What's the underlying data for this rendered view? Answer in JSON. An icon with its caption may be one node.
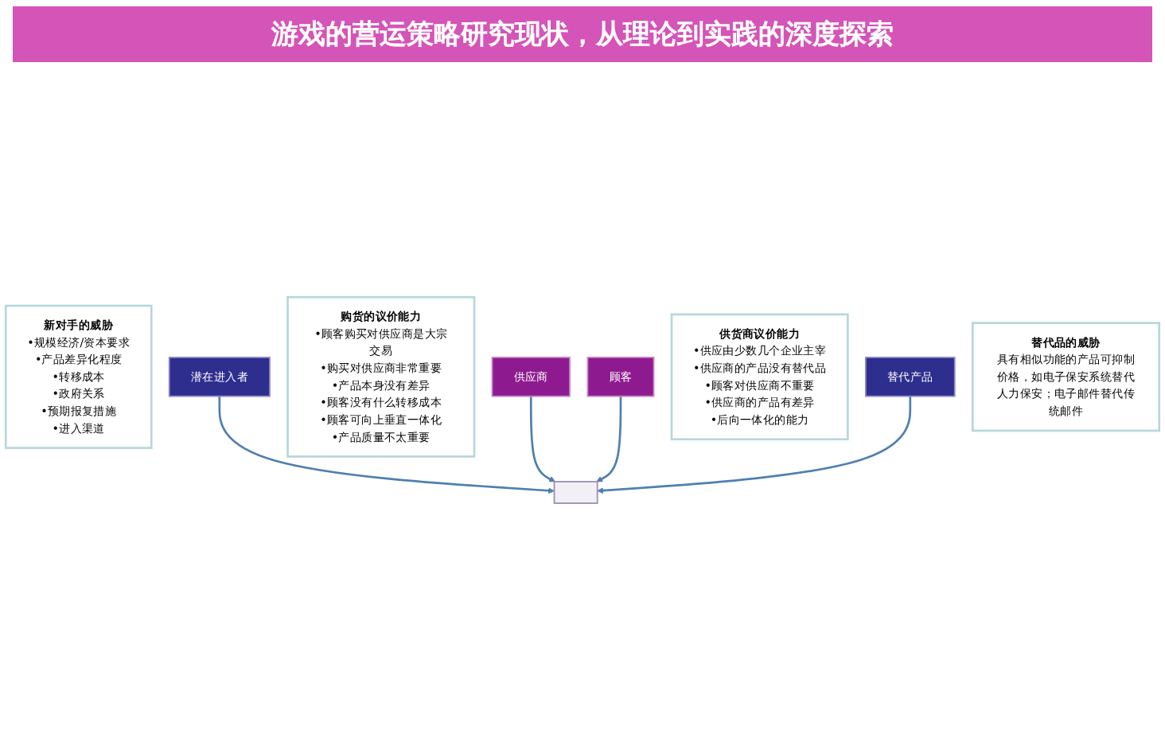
{
  "diagram": {
    "title": "游戏的营运策略研究现状，从理论到实践的深度探索",
    "nodes": [
      {
        "text": [
          "新对手的威胁",
          "•规模经济/资本要求",
          "•产品差异化程度",
          "•转移成本",
          "•政府关系",
          "•预期报复措施",
          "•进入渠道"
        ]
      },
      {
        "text": [
          "潜在进入者"
        ]
      },
      {
        "text": [
          "购货的议价能力",
          "•顾客购买对供应商是大宗交易",
          "•购买对供应商非常重要",
          "•产品本身没有差异",
          "•顾客没有什么转移成本",
          "•顾客可向上垂直一体化",
          "•产品质量不太重要"
        ]
      },
      {
        "text": [
          "供应商"
        ]
      },
      {
        "text": [],
        "shape": "box"
      },
      {
        "text": [
          "顾客"
        ]
      },
      {
        "text": [
          "供货商议价能力",
          "•供应由少数几个企业主宰",
          "•供应商的产品没有替代品",
          "•顾客对供应商不重要",
          "•供应商的产品有差异",
          "•后向一体化的能力"
        ]
      },
      {
        "text": [
          "替代产品"
        ]
      },
      {
        "text": [
          "替代品的威胁",
          "具有相似功能的产品可抑制价格，如电子保安系统替代人力保安；电子邮件替代传统邮件"
        ]
      }
    ],
    "edges": [
      {
        "from": 1,
        "to": 4,
        "arrow": "to"
      },
      {
        "from": 3,
        "to": 4,
        "arrow": "to"
      },
      {
        "from": 5,
        "to": 4,
        "arrow": "to"
      },
      {
        "from": 7,
        "to": 4,
        "arrow": "to"
      }
    ]
  }
}
